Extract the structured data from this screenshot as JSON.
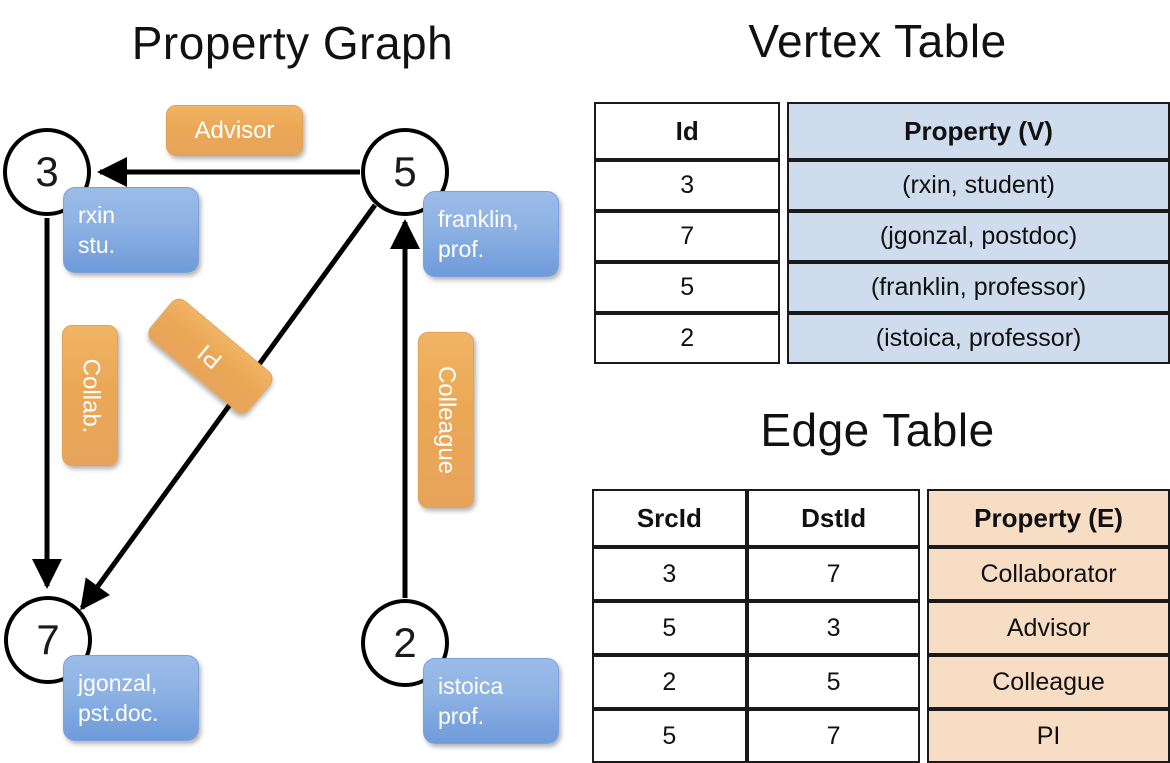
{
  "titles": {
    "property_graph": "Property Graph",
    "vertex_table": "Vertex Table",
    "edge_table": "Edge Table"
  },
  "colors": {
    "vertex_property_fill": "#cfdcee",
    "edge_property_fill": "#f6ddc3",
    "vertex_bubble": "#8fb3e4",
    "edge_tag": "#eaa856",
    "stroke": "#1a1a1a"
  },
  "graph": {
    "nodes": [
      {
        "id": "3",
        "property_label": [
          "rxin",
          "stu."
        ]
      },
      {
        "id": "5",
        "property_label": [
          "franklin,",
          "prof."
        ]
      },
      {
        "id": "7",
        "property_label": [
          "jgonzal,",
          "pst.doc."
        ]
      },
      {
        "id": "2",
        "property_label": [
          "istoica",
          "prof."
        ]
      }
    ],
    "edge_labels": [
      {
        "text": "Advisor",
        "from": "5",
        "to": "3"
      },
      {
        "text": "Collab.",
        "from": "3",
        "to": "7"
      },
      {
        "text": "PI",
        "from": "5",
        "to": "7"
      },
      {
        "text": "Colleague",
        "from": "2",
        "to": "5"
      }
    ]
  },
  "vertex_table": {
    "headers": [
      "Id",
      "Property (V)"
    ],
    "rows": [
      [
        "3",
        "(rxin, student)"
      ],
      [
        "7",
        "(jgonzal, postdoc)"
      ],
      [
        "5",
        "(franklin, professor)"
      ],
      [
        "2",
        "(istoica, professor)"
      ]
    ]
  },
  "edge_table": {
    "headers": [
      "SrcId",
      "DstId",
      "Property (E)"
    ],
    "rows": [
      [
        "3",
        "7",
        "Collaborator"
      ],
      [
        "5",
        "3",
        "Advisor"
      ],
      [
        "2",
        "5",
        "Colleague"
      ],
      [
        "5",
        "7",
        "PI"
      ]
    ]
  }
}
